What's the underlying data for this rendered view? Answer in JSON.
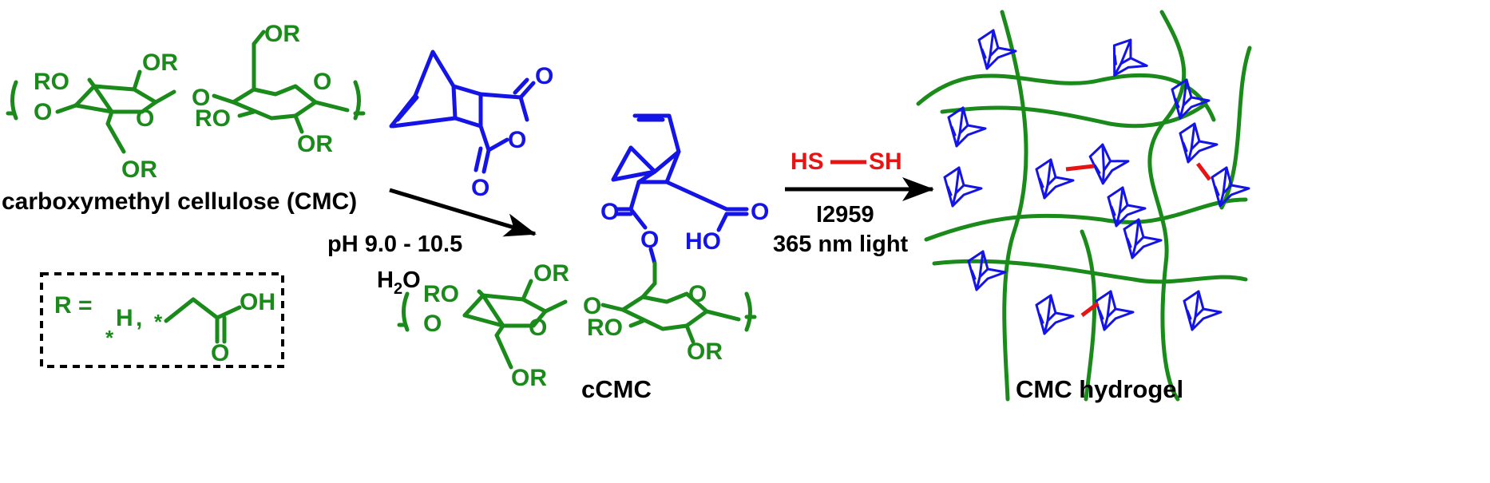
{
  "colors": {
    "cellulose": "#1a8a1a",
    "norbornene": "#1414e6",
    "crosslink": "#e61414",
    "text": "#000000"
  },
  "cmc": {
    "label": "carboxymethyl cellulose (CMC)",
    "atoms": {
      "or_top": "OR",
      "or_2": "OR",
      "ro_left": "RO",
      "o_left": "O",
      "o_ring1": "O",
      "o_bridge": "O",
      "ro_mid": "RO",
      "o_ring2": "O",
      "or_right": "OR",
      "or_bottom": "OR"
    }
  },
  "r_group_box": {
    "r_label": "R =",
    "h": "H",
    "comma": ",",
    "star1": "*",
    "star2": "*",
    "oh": "OH",
    "o": "O"
  },
  "anhydride": {
    "o_top": "O",
    "o_ring": "O",
    "o_bottom": "O"
  },
  "step1": {
    "condition1": "pH 9.0 - 10.5",
    "condition2_main": "H",
    "condition2_sub": "2",
    "condition2_tail": "O"
  },
  "ccmc": {
    "label": "cCMC",
    "atoms": {
      "o_ester_dbl": "O",
      "o_acid_dbl": "O",
      "ho": "HO",
      "o_ester": "O",
      "or_top": "OR",
      "ro_left": "RO",
      "o_left": "O",
      "o_ring1": "O",
      "o_bridge": "O",
      "ro_mid": "RO",
      "o_ring2": "O",
      "or_right": "OR",
      "or_bottom": "OR"
    }
  },
  "step2": {
    "crosslinker_left": "HS",
    "crosslinker_right": "SH",
    "condition1": "I2959",
    "condition2": "365 nm light"
  },
  "hydrogel": {
    "label": "CMC hydrogel"
  }
}
